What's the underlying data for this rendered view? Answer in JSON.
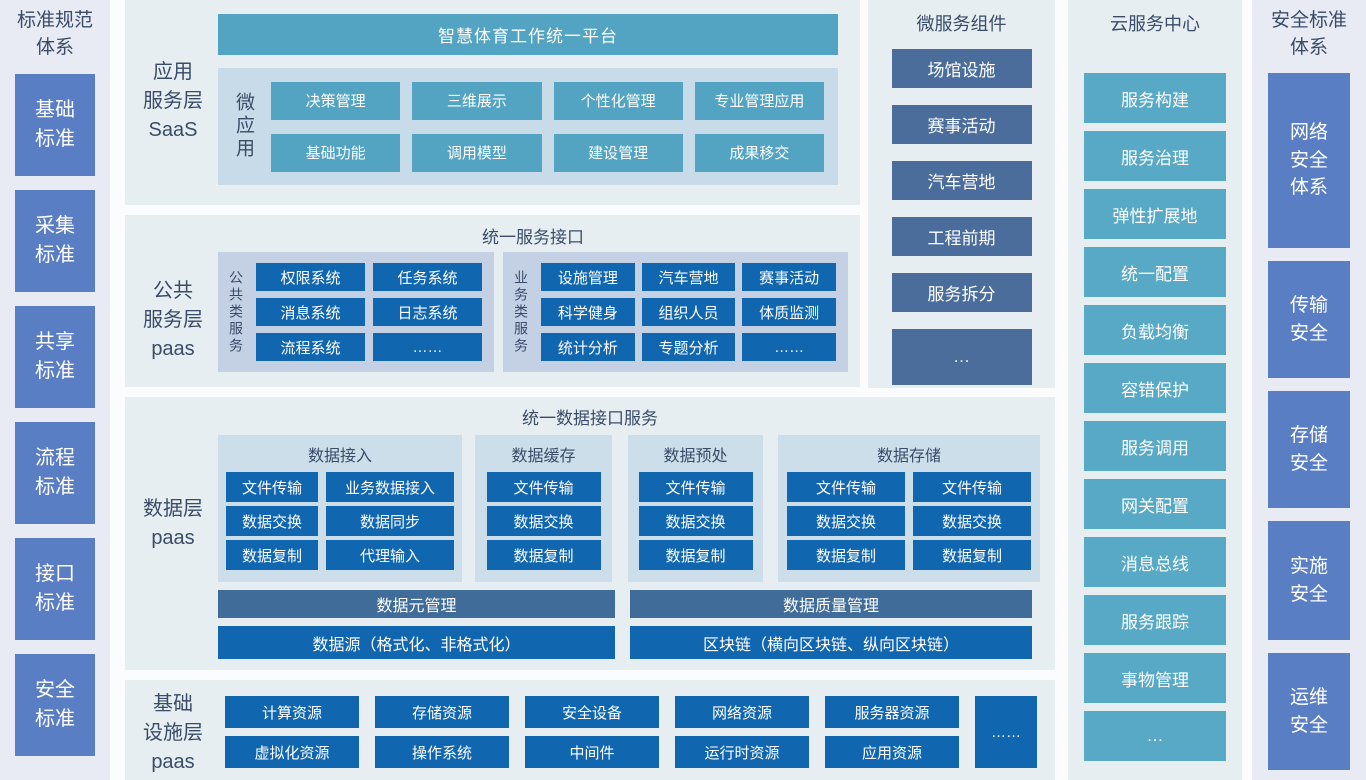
{
  "standards_system": {
    "title_lines": [
      "标准规范",
      "体系"
    ],
    "items": [
      "基础标准",
      "采集标准",
      "共享标准",
      "流程标准",
      "接口标准",
      "安全标准"
    ]
  },
  "saas_layer": {
    "label_lines": [
      "应用",
      "服务层",
      "SaaS"
    ],
    "banner": "智慧体育工作统一平台",
    "group_label": "微应用",
    "apps": [
      "决策管理",
      "三维展示",
      "个性化管理",
      "专业管理应用",
      "基础功能",
      "调用模型",
      "建设管理",
      "成果移交"
    ]
  },
  "public_service_layer": {
    "label_lines": [
      "公共",
      "服务层",
      "paas"
    ],
    "title": "统一服务接口",
    "public_group": {
      "label": "公共类服务",
      "items": [
        "权限系统",
        "任务系统",
        "消息系统",
        "日志系统",
        "流程系统",
        "……"
      ]
    },
    "business_group": {
      "label": "业务类服务",
      "items": [
        "设施管理",
        "汽车营地",
        "赛事活动",
        "科学健身",
        "组织人员",
        "体质监测",
        "统计分析",
        "专题分析",
        "……"
      ]
    }
  },
  "data_layer": {
    "label_lines": [
      "数据层",
      "paas"
    ],
    "title": "统一数据接口服务",
    "groups": [
      {
        "title": "数据接入",
        "items": [
          "文件传输",
          "业务数据接入",
          "数据交换",
          "数据同步",
          "数据复制",
          "代理输入"
        ]
      },
      {
        "title": "数据缓存",
        "items": [
          "文件传输",
          "数据交换",
          "数据复制"
        ]
      },
      {
        "title": "数据预处",
        "items": [
          "文件传输",
          "数据交换",
          "数据复制"
        ]
      },
      {
        "title": "数据存储",
        "items": [
          "文件传输",
          "文件传输",
          "数据交换",
          "数据交换",
          "数据复制",
          "数据复制"
        ]
      }
    ],
    "management_bars": [
      "数据元管理",
      "数据质量管理"
    ],
    "resource_bars": [
      "数据源（格式化、非格式化）",
      "区块链（横向区块链、纵向区块链）"
    ]
  },
  "infrastructure_layer": {
    "label_lines": [
      "基础",
      "设施层",
      "paas"
    ],
    "row1": [
      "计算资源",
      "存储资源",
      "安全设备",
      "网络资源",
      "服务器资源"
    ],
    "row2": [
      "虚拟化资源",
      "操作系统",
      "中间件",
      "运行时资源",
      "应用资源"
    ],
    "more": "……"
  },
  "microservices": {
    "title": "微服务组件",
    "items": [
      "场馆设施",
      "赛事活动",
      "汽车营地",
      "工程前期",
      "服务拆分",
      "…"
    ]
  },
  "cloud_center": {
    "title": "云服务中心",
    "items": [
      "服务构建",
      "服务治理",
      "弹性扩展地",
      "统一配置",
      "负载均衡",
      "容错保护",
      "服务调用",
      "网关配置",
      "消息总线",
      "服务跟踪",
      "事物管理",
      "…"
    ]
  },
  "security_system": {
    "title_lines": [
      "安全标准",
      "体系"
    ],
    "items": [
      "网络安全体系",
      "传输安全",
      "存储安全",
      "实施安全",
      "运维安全"
    ]
  },
  "colors": {
    "teal": "#52a4c2",
    "cloud_teal": "#58a9c5",
    "dark_blue": "#1166b0",
    "slate_bar": "#3f6c99",
    "micro_slate": "#4a6d9b",
    "indigo_box": "#5a7ec4",
    "section_bg": "#e6eef2",
    "side_bg": "#e8ebf3",
    "saas_panel_bg": "#c7dce8",
    "paas_panel_bg": "#c4d1e4",
    "data_panel_bg": "#cbdeea",
    "heading_text": "#3a4c68"
  }
}
